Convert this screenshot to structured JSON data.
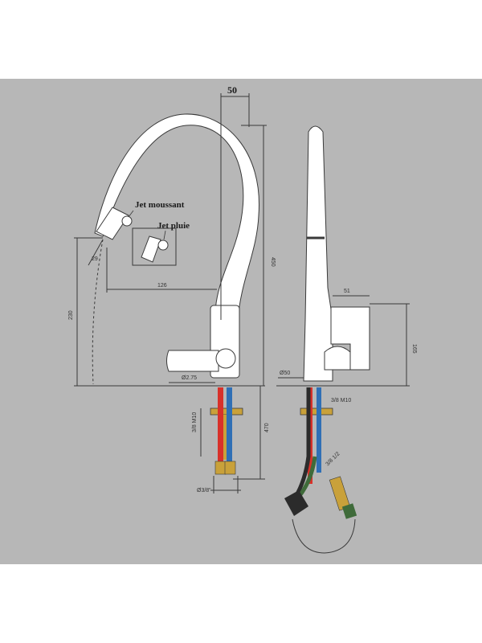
{
  "colors": {
    "background": "#b7b7b7",
    "faucet_fill": "#ffffff",
    "line": "#3a3a3a",
    "hose_red": "#d8312a",
    "hose_blue": "#2f6fb5",
    "fitting_gold": "#c9a13a",
    "hose_dark": "#2b2b2b",
    "hose_green": "#3f6b3a"
  },
  "labels": {
    "jet_moussant": "Jet moussant",
    "jet_pluie": "Jet pluie"
  },
  "dimensions": {
    "top_offset": "50",
    "height_total": "450",
    "spout_reach": "126",
    "spout_height": "230",
    "angle": "29",
    "base_diameter": "Ø2.75",
    "supply_thread": "3/8 M10",
    "below_counter": "470",
    "hose_connector": "Ø3/8\"",
    "side_small": "51",
    "side_handle": "165",
    "side_base": "Ø50",
    "side_m": "3/8 M10",
    "side_conn": "3/8 1/2"
  }
}
